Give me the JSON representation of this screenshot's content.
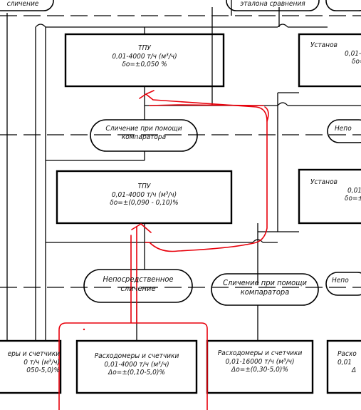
{
  "colors": {
    "line": "#000000",
    "annotation": "#e8000b",
    "background": "#ffffff"
  },
  "top_left_pill": {
    "text": "сличение"
  },
  "top_mid_pill": {
    "text": "эталона сравнения"
  },
  "box_tpu_top": {
    "title": "ТПУ",
    "range": "0,01-4000 т/ч (м³/ч)",
    "accuracy": "δо=±0,050 %"
  },
  "box_right_top": {
    "title": "Установ",
    "range": "0,01-",
    "accuracy": "δо="
  },
  "pill_comparator_upper": {
    "line1": "Сличение при помощи",
    "line2": "компаратора"
  },
  "pill_right_mid": {
    "text": "Непо"
  },
  "box_tpu_mid": {
    "title": "ТПУ",
    "range": "0,01-4000 т/ч (м³/ч)",
    "accuracy": "δо=±(0,090 - 0,10)%"
  },
  "box_right_mid": {
    "title": "Установ",
    "range": "0,01",
    "accuracy": "δо=±"
  },
  "pill_direct": {
    "line1": "Непосредственное",
    "line2": "сличение"
  },
  "pill_comparator_lower": {
    "line1": "Сличение при помощи",
    "line2": "компаратора"
  },
  "pill_right_low": {
    "text": "Непо"
  },
  "box_left_partial": {
    "line1": "еры и счетчики",
    "line2": "0 т/ч (м³/ч)",
    "line3": "050-5,0)%"
  },
  "box_meters_a": {
    "line1": "Расходомеры и счетчики",
    "line2": "0,01-4000 т/ч (м³/ч)",
    "line3": "Δо=±(0,10-5,0)%"
  },
  "box_meters_b": {
    "line1": "Расходомеры и счетчики",
    "line2": "0,01-16000 т/ч (м³/ч)",
    "line3": "Δо=±(0,30-5,0)%"
  },
  "box_right_partial": {
    "line1": "Расхо",
    "line2": "0,01",
    "line3": "Δ"
  }
}
